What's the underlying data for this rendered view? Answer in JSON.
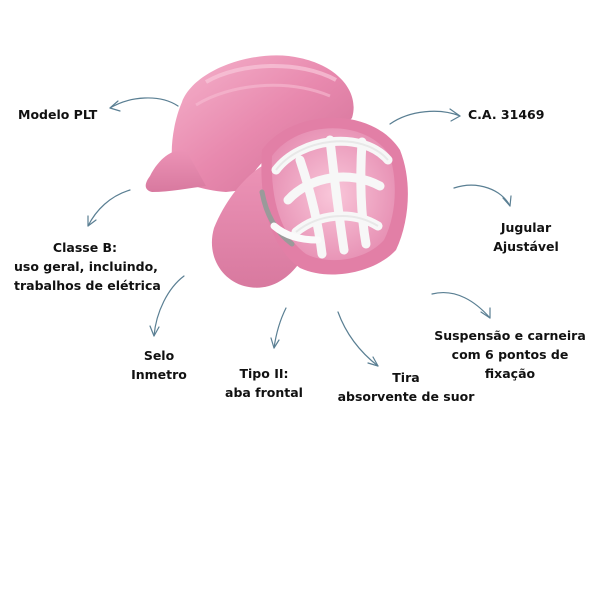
{
  "annotations": {
    "modelo": [
      "Modelo PLT"
    ],
    "ca": [
      "C.A. 31469"
    ],
    "jugular": [
      "Jugular",
      "Ajustável"
    ],
    "classe": [
      "Classe B:",
      "uso geral, incluindo,",
      "trabalhos de elétrica"
    ],
    "suspensao": [
      "Suspensão e carneira",
      "com 6 pontos de",
      "fixação"
    ],
    "selo": [
      "Selo",
      "Inmetro"
    ],
    "tipo": [
      "Tipo II:",
      "aba frontal"
    ],
    "tira": [
      "Tira",
      "absorvente de suor"
    ]
  },
  "colors": {
    "helmet_pink": "#e889ae",
    "helmet_shadow": "#c96b90",
    "inner_pink": "#f2a9c6",
    "suspension_white": "#f7f7f7",
    "arrow_blue": "#5a7f93"
  }
}
